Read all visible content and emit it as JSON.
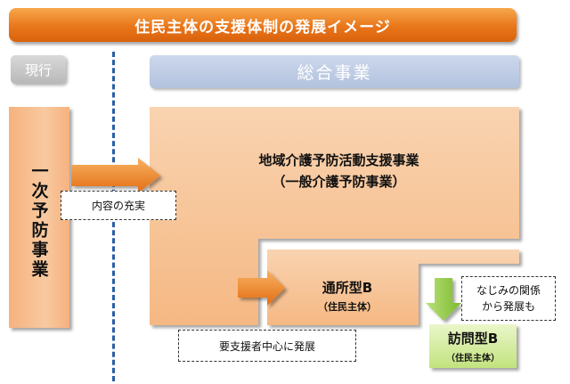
{
  "title": "住民主体の支援体制の発展イメージ",
  "label_current": "現行",
  "label_sogo": "総合事業",
  "left_box": "一次予防事業",
  "main_box": {
    "line1": "地域介護予防活動支援事業",
    "line2": "（一般介護予防事業）"
  },
  "note_naiyo": "内容の充実",
  "tsuusho": {
    "title": "通所型B",
    "sub": "（住民主体）"
  },
  "note_najimi": {
    "line1": "なじみの関係",
    "line2": "から発展も"
  },
  "houmon": {
    "title": "訪問型B",
    "sub": "（住民主体）"
  },
  "note_yoshien": "要支援者中心に発展",
  "colors": {
    "orange": "#e9761a",
    "peach": "#f8c9a0",
    "blue_dash": "#2c5ea0",
    "green": "#8cc63f"
  }
}
